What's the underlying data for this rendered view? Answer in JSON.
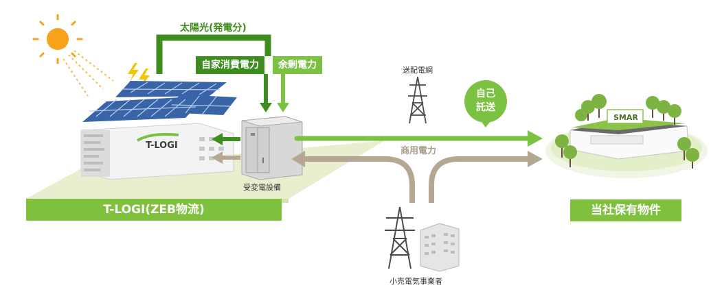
{
  "labels": {
    "solar": "太陽光(発電分)",
    "self_consumption": "自家消費電力",
    "surplus": "余剰電力",
    "grid": "送配電網",
    "self_wheeling": [
      "自己",
      "託送"
    ],
    "commercial_power": "商用電力",
    "substation": "受変電設備",
    "retailer": "小売電気事業者",
    "tlogi_banner": "T-LOGI(ZEB物流)",
    "own_property_banner": "当社保有物件",
    "building_sign": "T-LOGI",
    "mall_sign": "SMAR"
  },
  "colors": {
    "dark_green": "#3e8e1f",
    "light_green": "#7cc242",
    "beige_arrow": "#b4a894",
    "ground": "#e7efcf",
    "sun": "#f7a21b"
  }
}
